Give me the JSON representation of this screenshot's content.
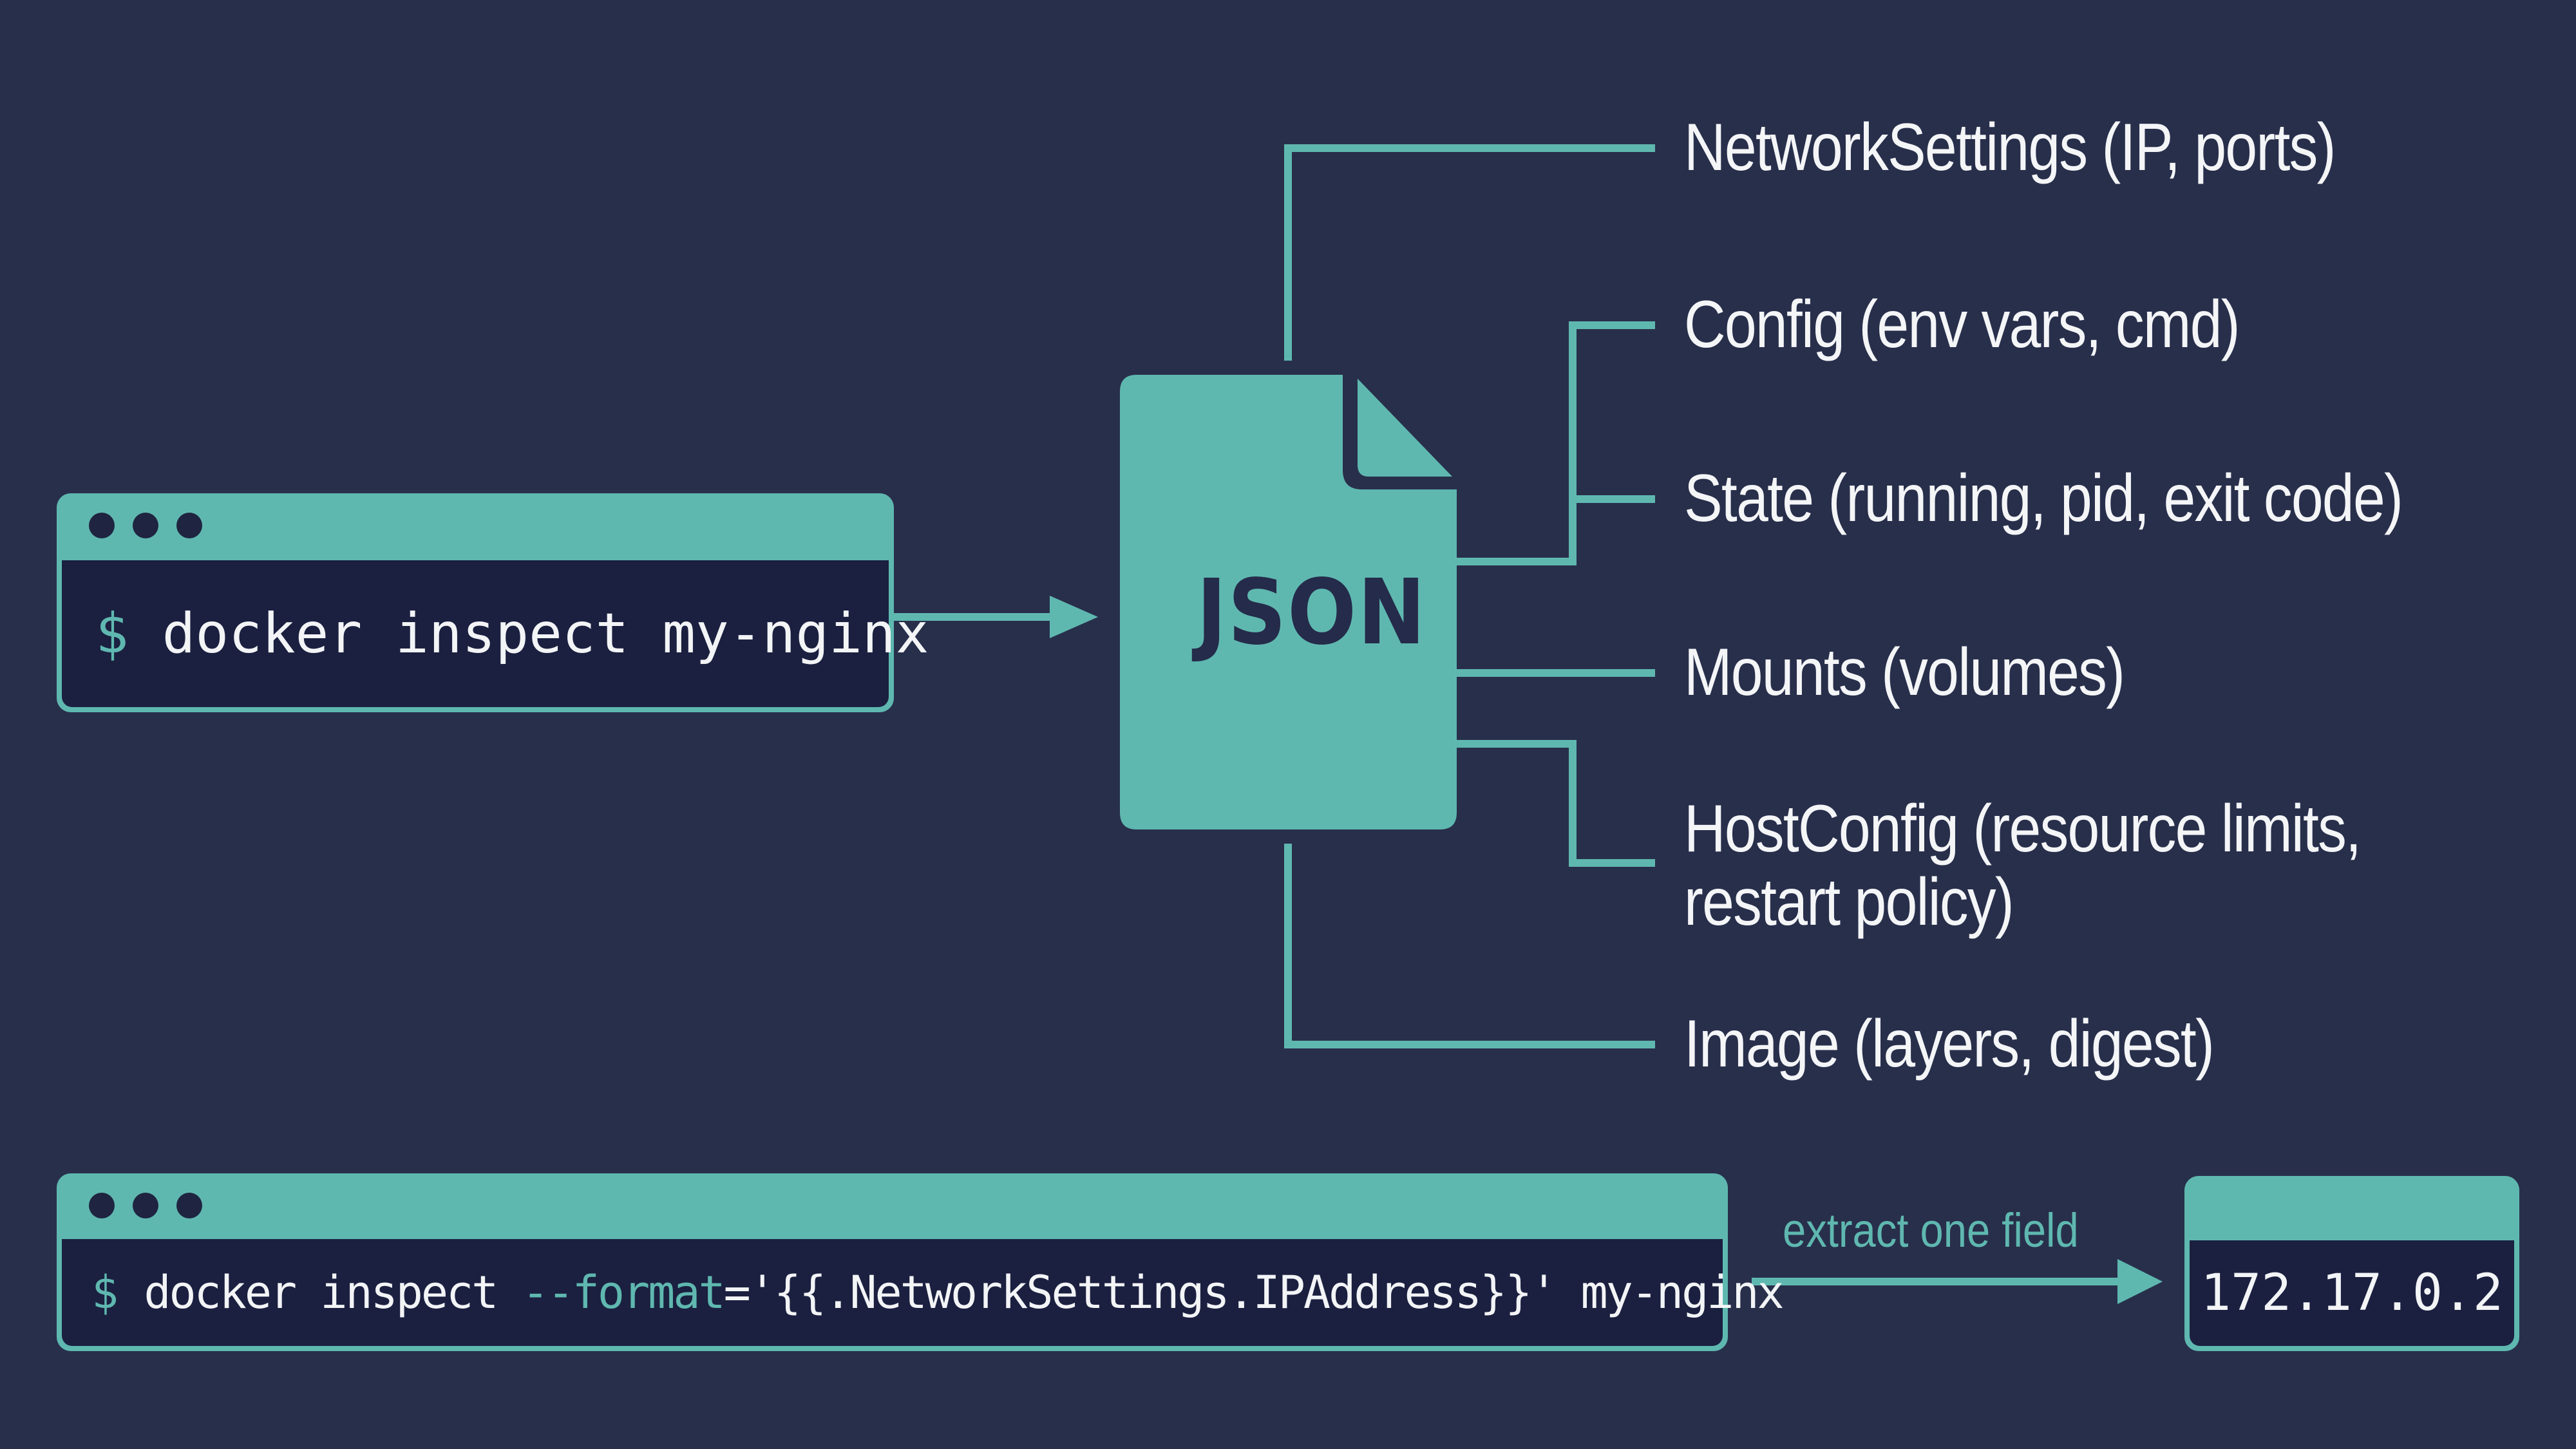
{
  "colors": {
    "background": "#282f4b",
    "accent": "#5fb8b0",
    "terminal_body": "#1b2040",
    "text": "#f4f5f7"
  },
  "terminal_top": {
    "prompt": "$",
    "command": "docker inspect my-nginx"
  },
  "json_document": {
    "label": "JSON",
    "icon": "file-document-icon"
  },
  "fields": [
    {
      "label": "NetworkSettings (IP, ports)"
    },
    {
      "label": "Config (env vars, cmd)"
    },
    {
      "label": "State (running, pid, exit code)"
    },
    {
      "label": "Mounts (volumes)"
    },
    {
      "label": "HostConfig (resource limits,",
      "label2": "restart policy)"
    },
    {
      "label": "Image (layers, digest)"
    }
  ],
  "terminal_bottom": {
    "prompt": "$",
    "command_part1": "docker inspect ",
    "flag": "--format",
    "command_part2": "='{{.NetworkSettings.IPAddress}}' my-nginx"
  },
  "extract_caption": "extract one field",
  "result_box": {
    "value": "172.17.0.2"
  }
}
